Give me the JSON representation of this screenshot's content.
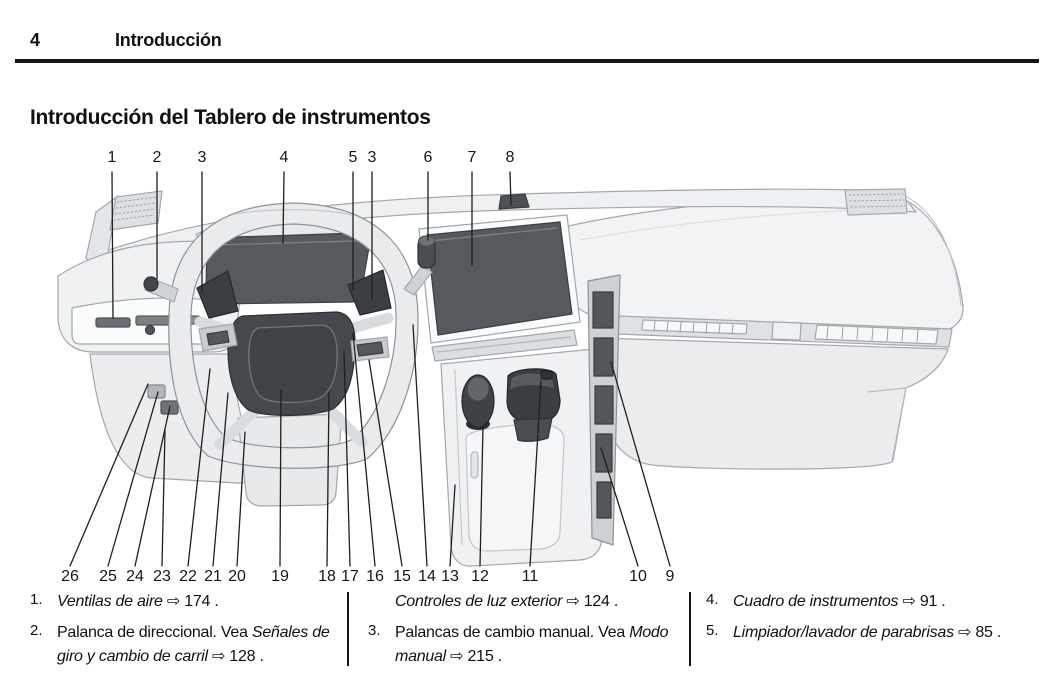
{
  "header": {
    "page_number": "4",
    "section": "Introducción"
  },
  "title": "Introducción del Tablero de instrumentos",
  "diagram": {
    "top_callouts": [
      "1",
      "2",
      "3",
      "4",
      "5",
      "3",
      "6",
      "7",
      "8"
    ],
    "bottom_callouts": [
      "26",
      "25",
      "24",
      "23",
      "22",
      "21",
      "20",
      "19",
      "18",
      "17",
      "16",
      "15",
      "14",
      "13",
      "12",
      "11",
      "10",
      "9"
    ]
  },
  "legend": {
    "arrow_glyph": "⇨",
    "columns": [
      {
        "items": [
          {
            "number": "1.",
            "segments": [
              {
                "style": "italic",
                "text": "Ventilas de aire"
              },
              {
                "style": "normal",
                "text": " ⇨ 174 ."
              }
            ]
          },
          {
            "number": "2.",
            "segments": [
              {
                "style": "normal",
                "text": "Palanca de direccional. Vea "
              },
              {
                "style": "italic",
                "text": "Señales de giro y cambio de carril"
              },
              {
                "style": "normal",
                "text": " ⇨ 128 ."
              }
            ]
          }
        ]
      },
      {
        "items": [
          {
            "number": "",
            "segments": [
              {
                "style": "italic",
                "text": "Controles de luz exterior"
              },
              {
                "style": "normal",
                "text": " ⇨ 124 ."
              }
            ]
          },
          {
            "number": "3.",
            "segments": [
              {
                "style": "normal",
                "text": "Palancas de cambio manual. Vea "
              },
              {
                "style": "italic",
                "text": "Modo manual"
              },
              {
                "style": "normal",
                "text": " ⇨ 215 ."
              }
            ]
          }
        ]
      },
      {
        "items": [
          {
            "number": "4.",
            "segments": [
              {
                "style": "italic",
                "text": "Cuadro de instrumentos"
              },
              {
                "style": "normal",
                "text": " ⇨ 91 ."
              }
            ]
          },
          {
            "number": "5.",
            "segments": [
              {
                "style": "italic",
                "text": "Limpiador/lavador de parabrisas"
              },
              {
                "style": "normal",
                "text": " ⇨ 85 ."
              }
            ]
          }
        ]
      }
    ]
  }
}
